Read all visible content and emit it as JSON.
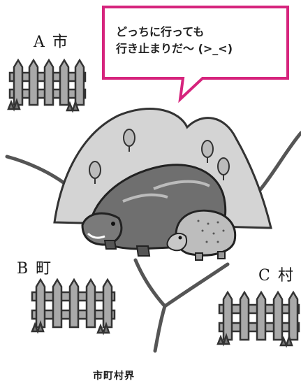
{
  "labels": {
    "town_a": "A 市",
    "town_b": "B 町",
    "town_c": "C 村",
    "boundary": "市町村界"
  },
  "speech": {
    "line1": "どっちに行っても",
    "line2": "行き止まりだ〜 (>_<)"
  },
  "colors": {
    "bubble_border": "#d6247d",
    "mountain_fill": "#d4d4d4",
    "fence_fill": "#a9a9a9",
    "boar_fill": "#6f6f6f",
    "piglet_fill": "#bdbdbd",
    "line": "#444444"
  }
}
